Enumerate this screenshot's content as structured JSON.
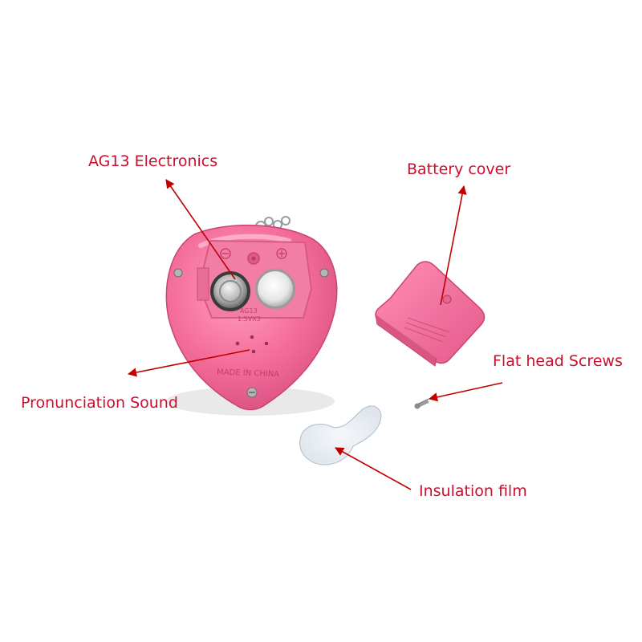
{
  "labels": {
    "ag13": "AG13 Electronics",
    "battery_cover": "Battery cover",
    "screws": "Flat head Screws",
    "sound": "Pronunciation Sound",
    "film": "Insulation film"
  },
  "device_text": {
    "made_in": "MADE IN CHINA",
    "cell_label": "AG13",
    "voltage": "1.5VX3"
  },
  "colors": {
    "device_pink": "#f0709a",
    "label_red": "#c8102e",
    "arrow_red": "#c00000"
  }
}
